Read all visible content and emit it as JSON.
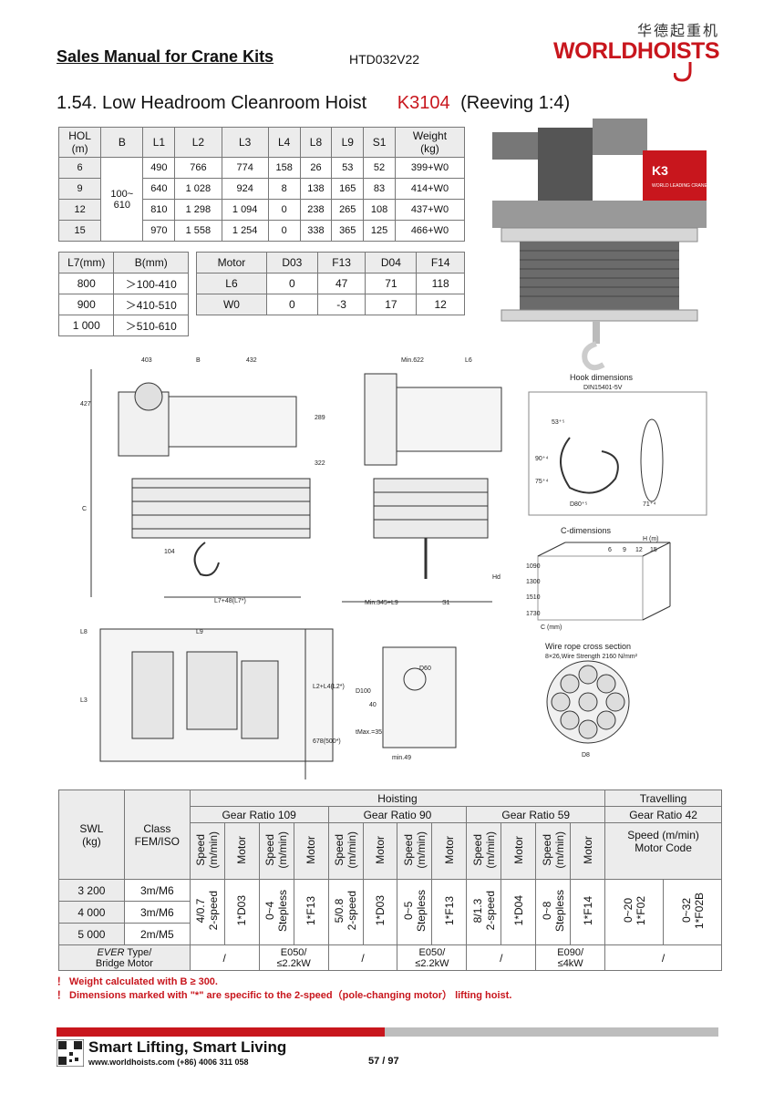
{
  "header": {
    "title": "Sales Manual for Crane Kits",
    "doc_code": "HTD032V22",
    "logo_cn": "华德起重机",
    "logo_en": "WORLDHOISTS"
  },
  "section": {
    "number_title": "1.54. Low Headroom Cleanroom Hoist",
    "model": "K3104",
    "reeving": "(Reeving 1:4)"
  },
  "table1": {
    "headers": [
      "HOL\n(m)",
      "B",
      "L1",
      "L2",
      "L3",
      "L4",
      "L8",
      "L9",
      "S1",
      "Weight\n(kg)"
    ],
    "b_value": "100~\n610",
    "rows": [
      [
        "6",
        "490",
        "766",
        "774",
        "158",
        "26",
        "53",
        "52",
        "399+W0"
      ],
      [
        "9",
        "640",
        "1 028",
        "924",
        "8",
        "138",
        "165",
        "83",
        "414+W0"
      ],
      [
        "12",
        "810",
        "1 298",
        "1 094",
        "0",
        "238",
        "265",
        "108",
        "437+W0"
      ],
      [
        "15",
        "970",
        "1 558",
        "1 254",
        "0",
        "338",
        "365",
        "125",
        "466+W0"
      ]
    ]
  },
  "table2": {
    "headers": [
      "L7(mm)",
      "B(mm)"
    ],
    "rows": [
      [
        "800",
        "＞100-410"
      ],
      [
        "900",
        "＞410-510"
      ],
      [
        "1 000",
        "＞510-610"
      ]
    ]
  },
  "table3": {
    "headers": [
      "Motor",
      "D03",
      "F13",
      "D04",
      "F14"
    ],
    "rows": [
      [
        "L6",
        "0",
        "47",
        "71",
        "118"
      ],
      [
        "W0",
        "0",
        "-3",
        "17",
        "12"
      ]
    ]
  },
  "drawings": {
    "front": {
      "d403": "403",
      "dB": "B",
      "d432": "432",
      "d427": "427",
      "d289": "289",
      "d322": "322",
      "dC": "C",
      "d104": "104",
      "dL7": "L7+48(L7*)"
    },
    "side": {
      "min622": "Min.622",
      "L6": "L6",
      "min345": "Min.345+L9",
      "S1": "S1",
      "Hd": "Hd"
    },
    "hook": {
      "title": "Hook dimensions",
      "std": "DIN15401-5V",
      "d53": "53⁺⁵",
      "d90": "90⁺⁴",
      "d75": "75⁺⁴",
      "d80": "D80⁺⁵",
      "d71": "71⁺⁴"
    },
    "cdim": {
      "title": "C-dimensions",
      "h": "H (m)",
      "h_vals": [
        "6",
        "9",
        "12",
        "15"
      ],
      "c_vals": [
        "1090",
        "1300",
        "1510",
        "1730"
      ],
      "c": "C (mm)"
    },
    "plan": {
      "L8": "L8",
      "L9": "L9",
      "L3": "L3",
      "L2": "L2+L4(L2*)",
      "d678": "678(500*)"
    },
    "detail": {
      "D100": "D100",
      "d40": "40",
      "D60": "D60",
      "tmax": "tMax.=35",
      "min49": "min.49"
    },
    "rope": {
      "title": "Wire rope cross section",
      "spec": "8×26,Wire Strength 2160 N/mm²",
      "d8": "D8"
    }
  },
  "table4": {
    "hoisting": "Hoisting",
    "travelling": "Travelling",
    "swl": "SWL\n(kg)",
    "class": "Class\nFEM/ISO",
    "gr109": "Gear Ratio 109",
    "gr90": "Gear Ratio 90",
    "gr59": "Gear Ratio 59",
    "gr42": "Gear Ratio 42",
    "speed": "Speed\n(m/min)",
    "motor": "Motor",
    "speed_code": "Speed (m/min)\nMotor Code",
    "rows": [
      [
        "3 200",
        "3m/M6"
      ],
      [
        "4 000",
        "3m/M6"
      ],
      [
        "5 000",
        "2m/M5"
      ]
    ],
    "vals": {
      "s109a": "4/0.7\n2-speed",
      "m109a": "1*D03",
      "s109b": "0~4\nStepless",
      "m109b": "1*F13",
      "s90a": "5/0.8\n2-speed",
      "m90a": "1*D03",
      "s90b": "0~5\nStepless",
      "m90b": "1*F13",
      "s59a": "8/1.3\n2-speed",
      "m59a": "1*D04",
      "s59b": "0~8\nStepless",
      "m59b": "1*F14",
      "t1": "0~20\n1*F02",
      "t2": "0~32\n1*F02B"
    },
    "ever_label_italic": "EVER",
    "ever_label": " Type/\nBridge Motor",
    "ever_vals": [
      "/",
      "E050/\n≤2.2kW",
      "/",
      "E050/\n≤2.2kW",
      "/",
      "E090/\n≤4kW",
      "/"
    ]
  },
  "notes": [
    "！ Weight calculated with B ≥ 300.",
    "！ Dimensions marked with \"*\" are specific to the 2-speed（pole-changing motor） lifting hoist."
  ],
  "footer": {
    "slogan": "Smart Lifting, Smart Living",
    "contact": "www.worldhoists.com  (+86) 4006 311 058",
    "page": "57 / 97"
  },
  "photo": {
    "badge": "K3",
    "caption": "WORLD LEADING CRANES"
  }
}
